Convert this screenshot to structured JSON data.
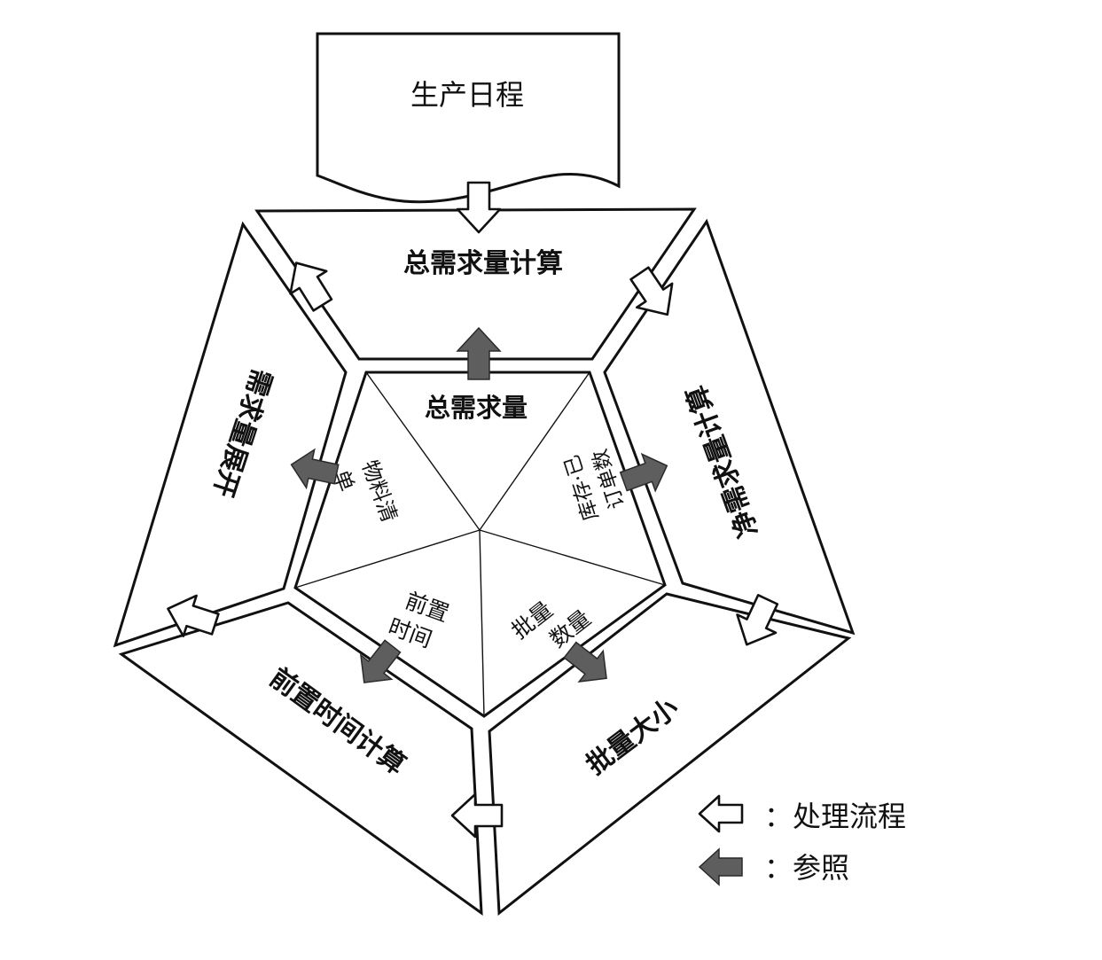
{
  "schedule": "生产日程",
  "steps": {
    "gross": "总需求量计算",
    "net": "净需求量计算",
    "lot": "批量大小",
    "lead": "前置时间计算",
    "explode": "需求量展开"
  },
  "references": {
    "gross_qty": "总需求量",
    "orders": [
      "库存·已",
      "订单数"
    ],
    "lot_qty": [
      "批量",
      "数量"
    ],
    "lead_time": [
      "前置",
      "时间"
    ],
    "bom": [
      "物料清",
      "单"
    ]
  },
  "legend": {
    "flow": "：处理流程",
    "ref": "：参照"
  }
}
